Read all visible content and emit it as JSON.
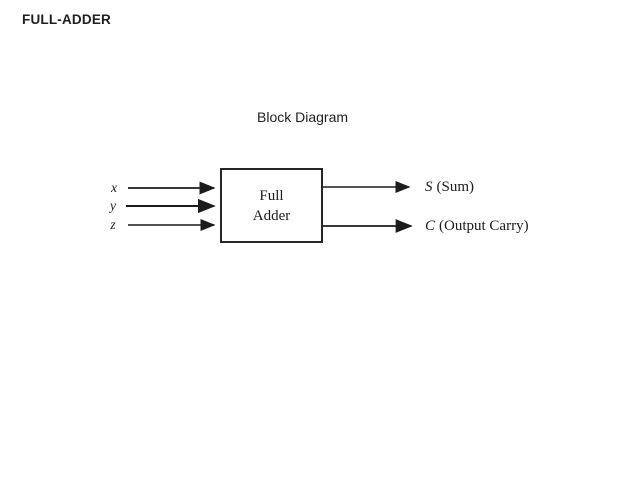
{
  "slide": {
    "title": "FULL-ADDER",
    "caption": "Block Diagram"
  },
  "diagram": {
    "block": {
      "line1": "Full",
      "line2": "Adder"
    },
    "inputs": [
      {
        "label": "x"
      },
      {
        "label": "y"
      },
      {
        "label": "z"
      }
    ],
    "outputs": [
      {
        "symbol": "S",
        "label": "(Sum)"
      },
      {
        "symbol": "C",
        "label": "(Output Carry)"
      }
    ]
  },
  "colors": {
    "ink": "#1c1c1c",
    "background": "#ffffff"
  }
}
